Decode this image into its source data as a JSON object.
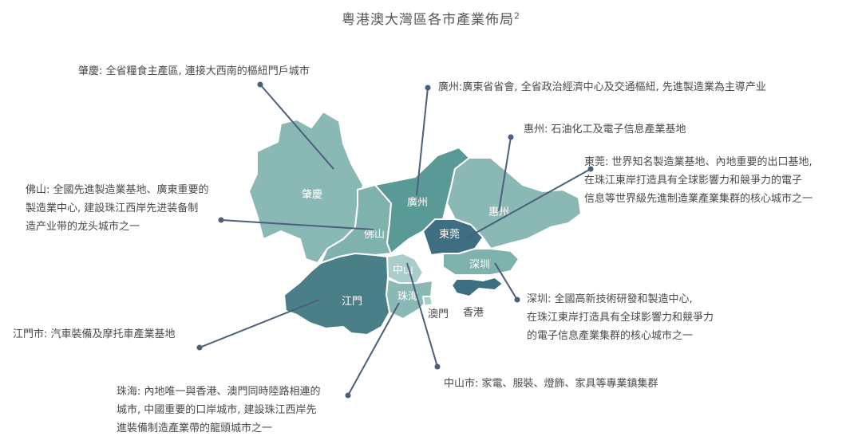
{
  "title": {
    "text": "粵港澳大灣區各市產業佈局",
    "note": "2"
  },
  "colors": {
    "light": "#8ab8b4",
    "medium": "#5a9a96",
    "dark": "#4a7f87",
    "darkest": "#3d6e82",
    "pale": "#a9cdc8",
    "leader": "#4a5f7a"
  },
  "map_labels": {
    "zhaoqing": "肇慶",
    "guangzhou": "廣州",
    "huizhou": "惠州",
    "foshan": "佛山",
    "dongguan": "東莞",
    "shenzhen": "深圳",
    "zhongshan": "中山",
    "jiangmen": "江門",
    "zhuhai": "珠海",
    "macau": "澳門",
    "hongkong": "香港"
  },
  "annotations": {
    "zhaoqing": [
      "肇慶: 全省糧食主產區, 連接大西南的樞紐門戶城市"
    ],
    "guangzhou": [
      "廣州:廣東省省會, 全省政治經濟中心及交通樞紐, 先進製造業為主導产业"
    ],
    "huizhou": [
      "惠州: 石油化工及電子信息產業基地"
    ],
    "dongguan": [
      "東莞: 世界知名製造業基地、內地重要的出口基地,",
      "在珠江東岸打造具有全球影響力和競爭力的電子",
      "信息等世界級先進制造業產業集群的核心城市之一"
    ],
    "foshan": [
      "佛山: 全國先進製造業基地、廣東重要的",
      "製造業中心, 建設珠江西岸先进装备制",
      "造产业带的龙头城市之一"
    ],
    "shenzhen": [
      "深圳: 全國高新技術研發和製造中心,",
      "在珠江東岸打造具有全球影響力和競爭力",
      "的電子信息產業集群的核心城市之一"
    ],
    "jiangmen": [
      "江門市: 汽車裝備及摩托車產業基地"
    ],
    "zhongshan": [
      "中山市: 家電、服裝、燈飾、家具等專業鎮集群"
    ],
    "zhuhai": [
      "珠海: 內地唯一與香港、澳門同時陸路相連的",
      "城市, 中國重要的口岸城市, 建設珠江西岸先",
      "進裝備制造產業帶的龍頭城市之一"
    ]
  }
}
